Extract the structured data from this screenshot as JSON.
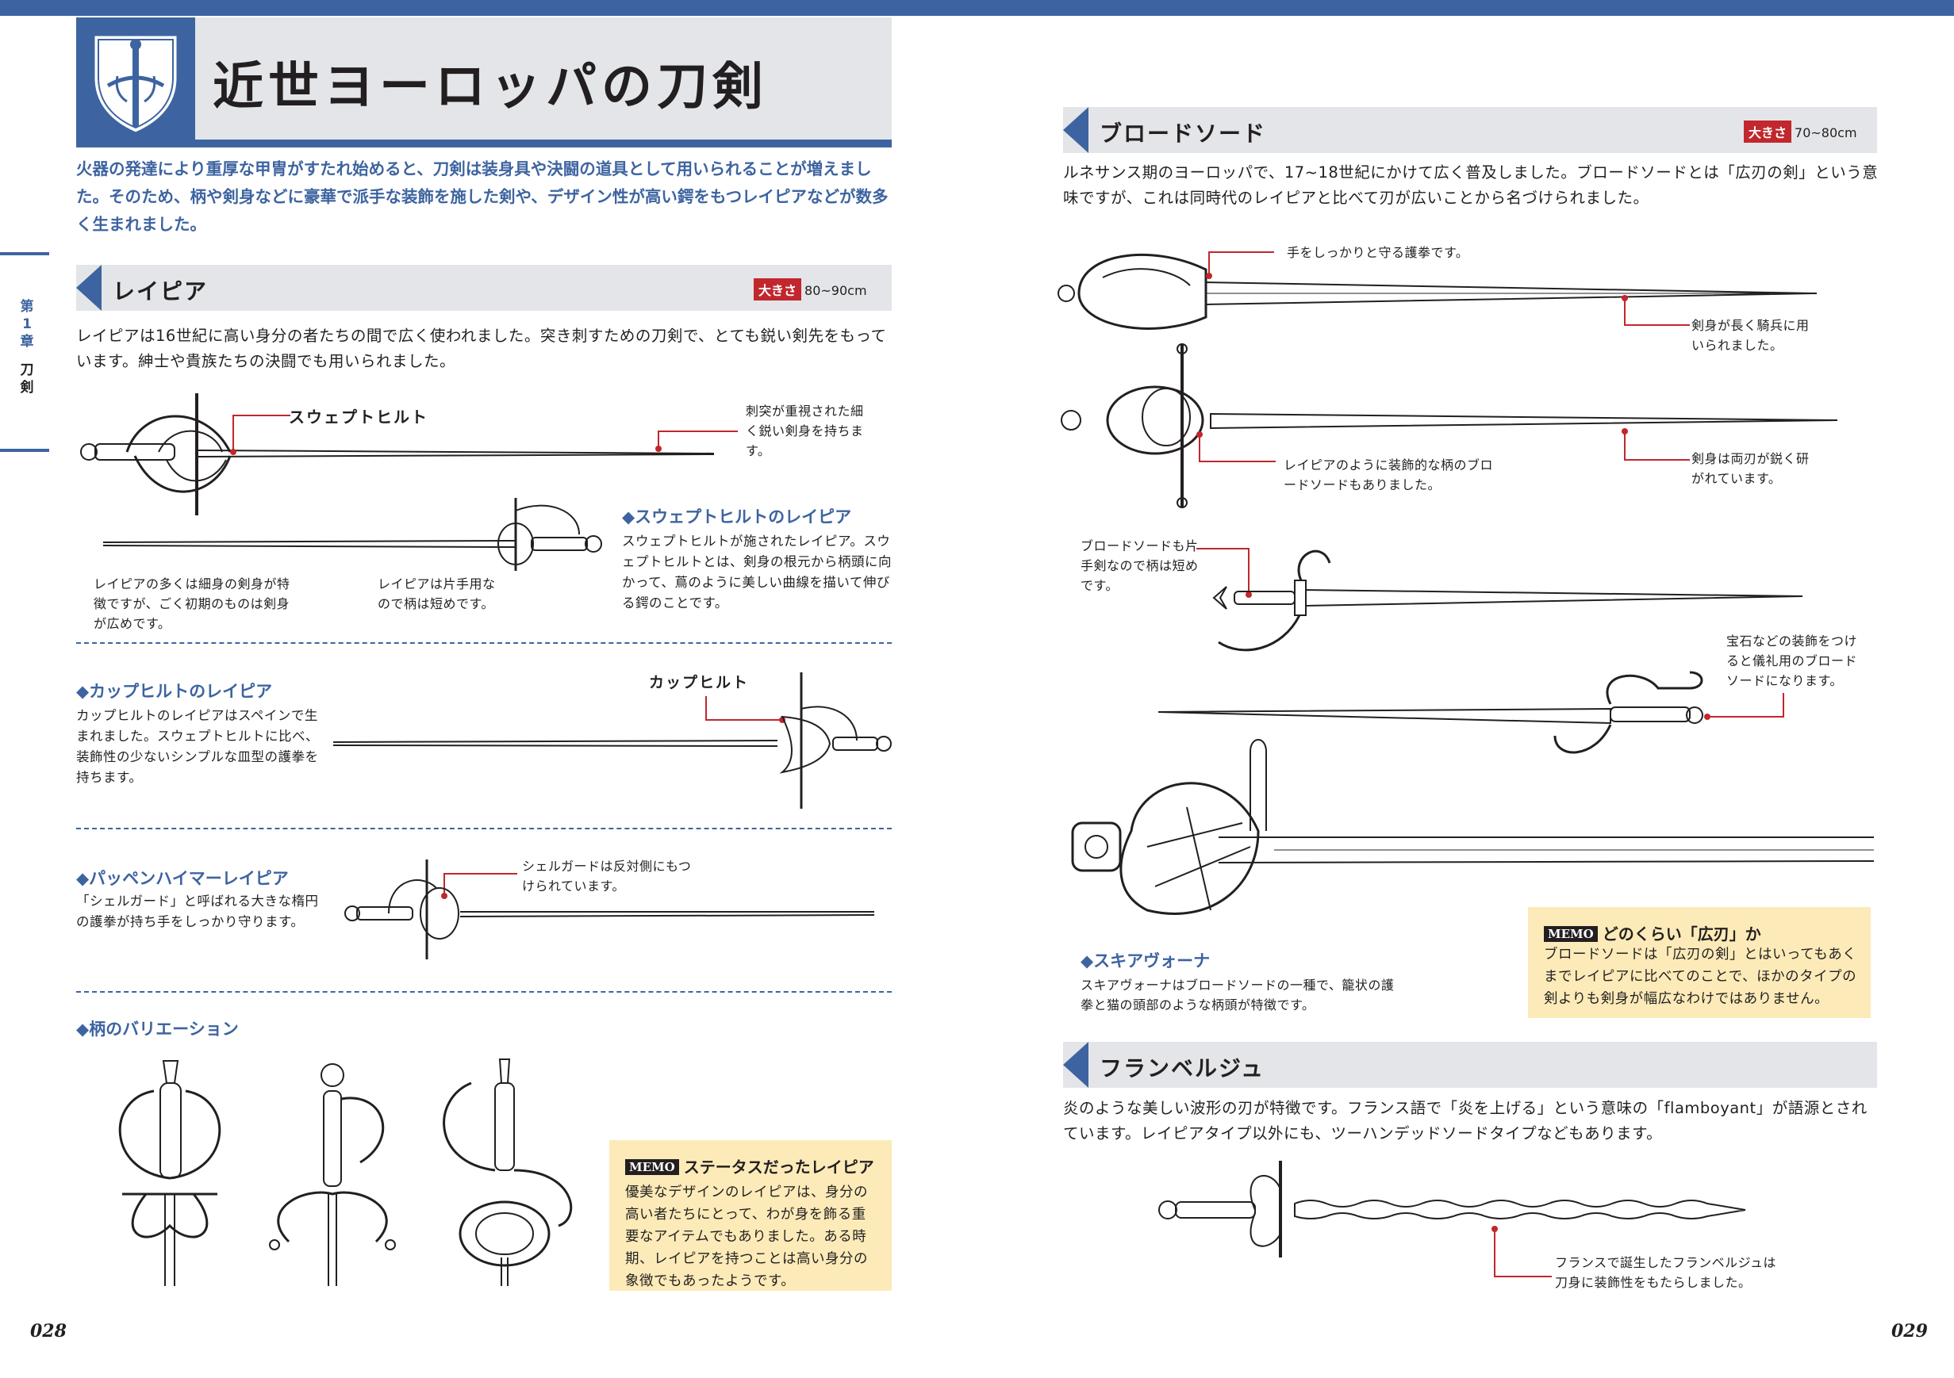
{
  "left_page": {
    "title": "近世ヨーロッパの刀剣",
    "lead": "火器の発達により重厚な甲冑がすたれ始めると、刀剣は装身具や決闘の道具として用いられることが増えました。そのため、柄や剣身などに豪華で派手な装飾を施した剣や、デザイン性が高い鍔をもつレイピアなどが数多く生まれました。",
    "chapter_tag": {
      "label": "第1章",
      "sub": "刀剣"
    },
    "rapier": {
      "heading": "レイピア",
      "size_label": "大きさ",
      "size_value": "80~90cm",
      "body": "レイピアは16世紀に高い身分の者たちの間で広く使われました。突き刺すための刀剣で、とても鋭い剣先をもっています。紳士や貴族たちの決闘でも用いられました。",
      "callout_swept": "スウェプトヒルト",
      "callout_blade": "刺突が重視された細く鋭い剣身を持ちます。",
      "callout_thin": "レイピアの多くは細身の剣身が特徴ですが、ごく初期のものは剣身が広めです。",
      "callout_hilt": "レイピアは片手用なので柄は短めです。",
      "swept_title": "◆スウェプトヒルトのレイピア",
      "swept_body": "スウェプトヒルトが施されたレイピア。スウェプトヒルトとは、剣身の根元から柄頭に向かって、蔦のように美しい曲線を描いて伸びる鍔のことです。",
      "cup_title": "◆カップヒルトのレイピア",
      "cup_body": "カップヒルトのレイピアはスペインで生まれました。スウェプトヒルトに比べ、装飾性の少ないシンプルな皿型の護拳を持ちます。",
      "cup_callout": "カップヒルト",
      "pappen_title": "◆パッペンハイマーレイピア",
      "pappen_body": "「シェルガード」と呼ばれる大きな楕円の護拳が持ち手をしっかり守ります。",
      "pappen_callout": "シェルガードは反対側にもつけられています。",
      "variation_title": "◆柄のバリエーション",
      "memo_tag": "MEMO",
      "memo_title": "ステータスだったレイピア",
      "memo_body": "優美なデザインのレイピアは、身分の高い者たちにとって、わが身を飾る重要なアイテムでもありました。ある時期、レイピアを持つことは高い身分の象徴でもあったようです。"
    },
    "page_number": "028"
  },
  "right_page": {
    "broadsword": {
      "heading": "ブロードソード",
      "size_label": "大きさ",
      "size_value": "70~80cm",
      "body": "ルネサンス期のヨーロッパで、17~18世紀にかけて広く普及しました。ブロードソードとは「広刃の剣」という意味ですが、これは同時代のレイピアと比べて刃が広いことから名づけられました。",
      "callout_guard": "手をしっかりと守る護拳です。",
      "callout_cavalry": "剣身が長く騎兵に用いられました。",
      "callout_decorative": "レイピアのように装飾的な柄のブロードソードもありました。",
      "callout_double": "剣身は両刃が鋭く研がれています。",
      "callout_onehand": "ブロードソードも片手剣なので柄は短めです。",
      "callout_jewel": "宝石などの装飾をつけると儀礼用のブロードソードになります。",
      "schiavona_title": "◆スキアヴォーナ",
      "schiavona_body": "スキアヴォーナはブロードソードの一種で、籠状の護拳と猫の頭部のような柄頭が特徴です。",
      "memo_tag": "MEMO",
      "memo_title": "どのくらい「広刃」か",
      "memo_body": "ブロードソードは「広刃の剣」とはいってもあくまでレイピアに比べてのことで、ほかのタイプの剣よりも剣身が幅広なわけではありません。"
    },
    "flamberge": {
      "heading": "フランベルジュ",
      "body": "炎のような美しい波形の刃が特徴です。フランス語で「炎を上げる」という意味の「flamboyant」が語源とされています。レイピアタイプ以外にも、ツーハンデッドソードタイプなどもあります。",
      "callout": "フランスで誕生したフランベルジュは刀身に装飾性をもたらしました。"
    },
    "page_number": "029"
  },
  "colors": {
    "accent": "#3d64a0",
    "heading_bg": "#e3e5e8",
    "badge": "#c1272d",
    "memo_bg": "#fcebb8",
    "callout_line": "#c1272d"
  }
}
